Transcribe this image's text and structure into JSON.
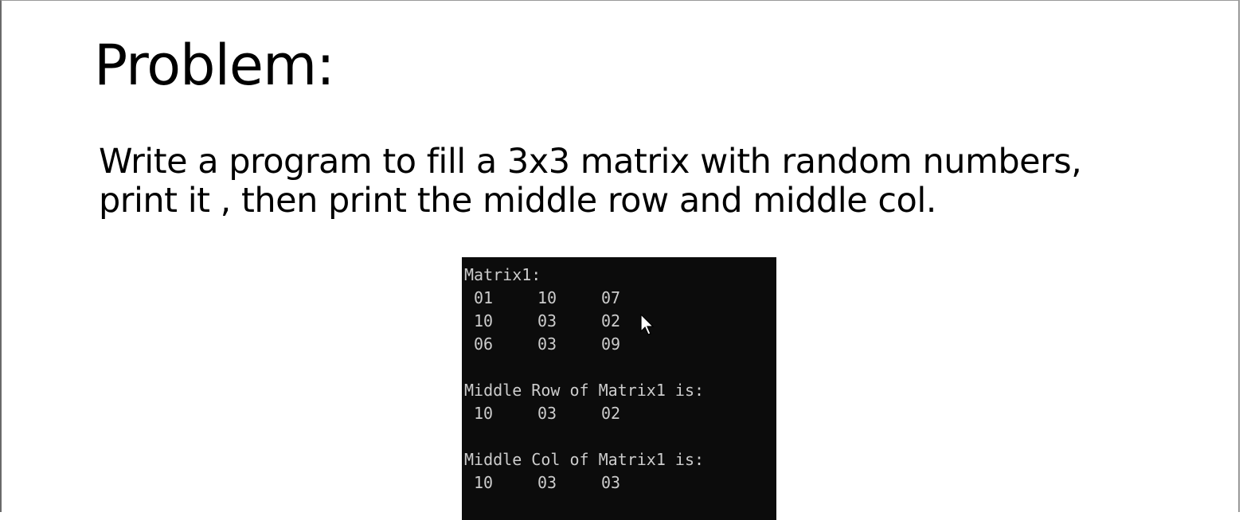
{
  "slide": {
    "title": "Problem:",
    "description_line1": "Write a program to fill a 3x3 matrix with random numbers,",
    "description_line2": "print it , then print the middle row and middle col."
  },
  "console": {
    "matrix_label": "Matrix1:",
    "matrix_rows": [
      [
        "01",
        "10",
        "07"
      ],
      [
        "10",
        "03",
        "02"
      ],
      [
        "06",
        "03",
        "09"
      ]
    ],
    "middle_row_label": "Middle Row of Matrix1 is:",
    "middle_row": [
      "10",
      "03",
      "02"
    ],
    "middle_col_label": "Middle Col of Matrix1 is:",
    "middle_col": [
      "10",
      "03",
      "03"
    ]
  },
  "colors": {
    "console_bg": "#0c0c0c",
    "console_text": "#cccccc",
    "slide_bg": "#ffffff"
  },
  "icons": {
    "cursor": "mouse-pointer-icon"
  }
}
